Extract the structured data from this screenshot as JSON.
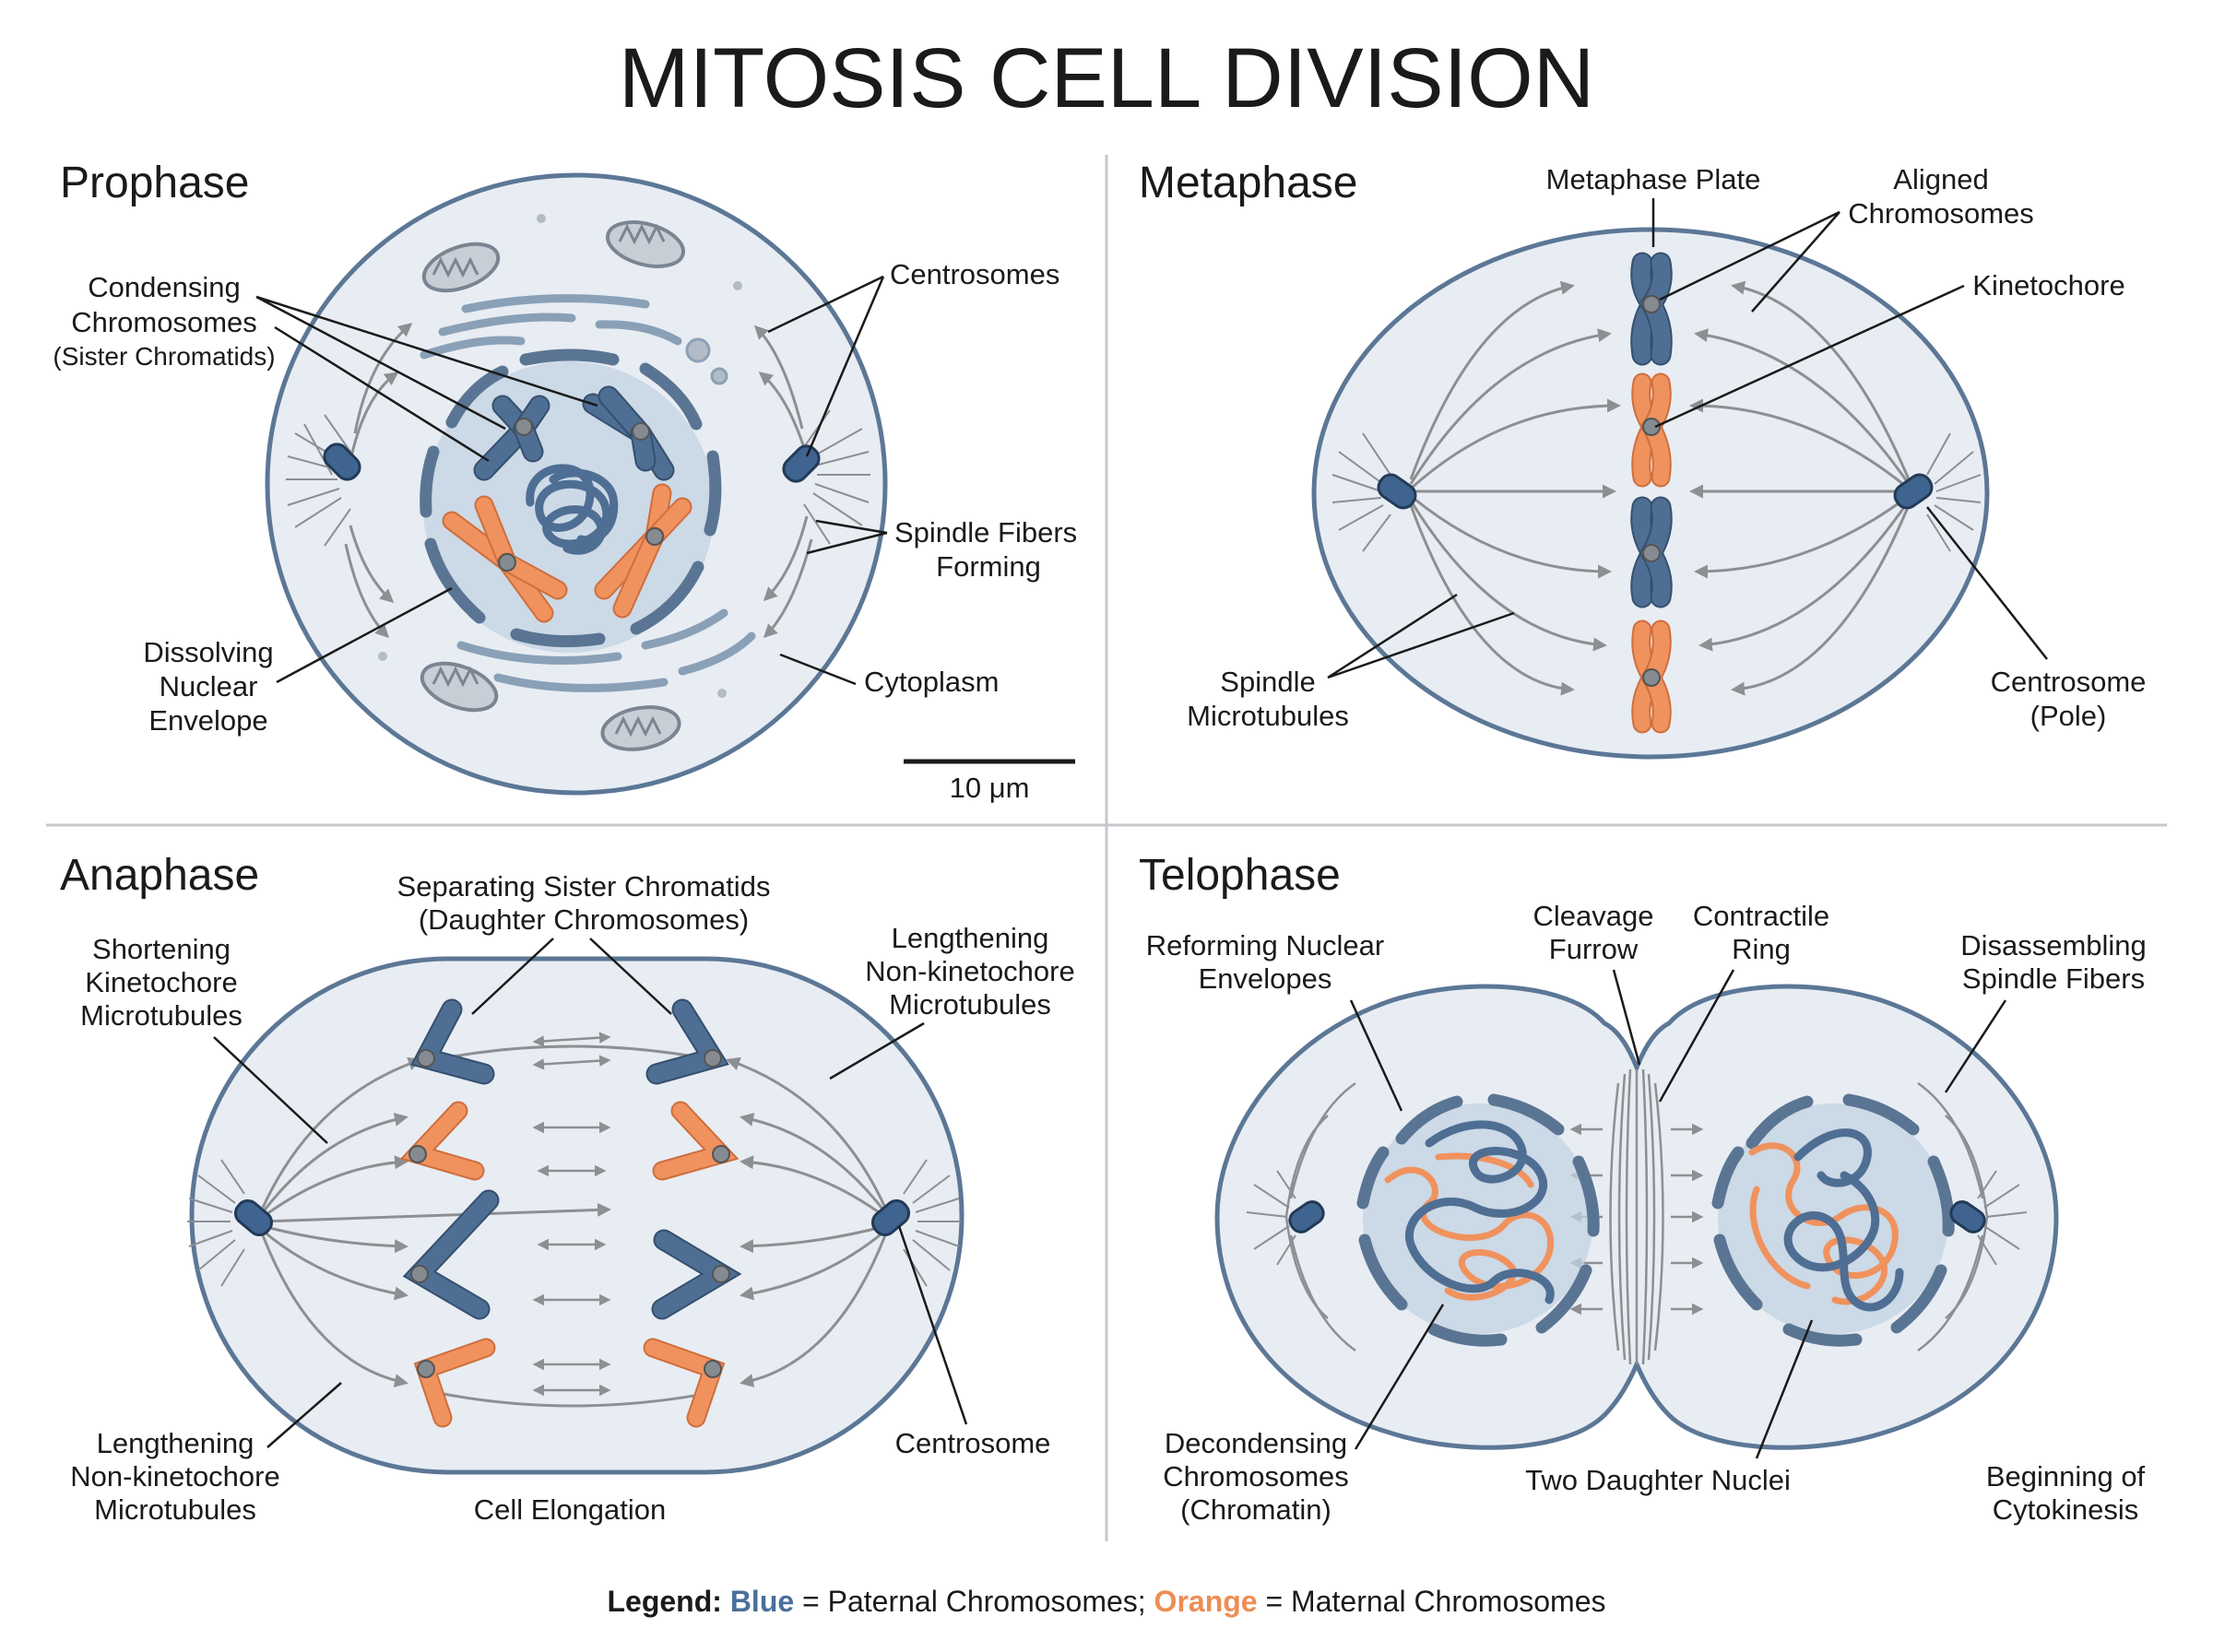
{
  "title": "MITOSIS CELL DIVISION",
  "panels": {
    "prophase": {
      "title": "Prophase",
      "labels": {
        "condensing_l1": "Condensing",
        "condensing_l2": "Chromosomes",
        "condensing_l3": "(Sister Chromatids)",
        "centrosomes": "Centrosomes",
        "spindle_l1": "Spindle Fibers",
        "spindle_l2": "Forming",
        "dissolving_l1": "Dissolving",
        "dissolving_l2": "Nuclear",
        "dissolving_l3": "Envelope",
        "cytoplasm": "Cytoplasm",
        "scale": "10 μm"
      }
    },
    "metaphase": {
      "title": "Metaphase",
      "labels": {
        "plate": "Metaphase Plate",
        "aligned_l1": "Aligned",
        "aligned_l2": "Chromosomes",
        "kinetochore": "Kinetochore",
        "spindle_l1": "Spindle",
        "spindle_l2": "Microtubules",
        "centrosome_l1": "Centrosome",
        "centrosome_l2": "(Pole)"
      }
    },
    "anaphase": {
      "title": "Anaphase",
      "labels": {
        "separating_l1": "Separating Sister Chromatids",
        "separating_l2": "(Daughter Chromosomes)",
        "shortening_l1": "Shortening",
        "shortening_l2": "Kinetochore",
        "shortening_l3": "Microtubules",
        "lengthening_top_l1": "Lengthening",
        "lengthening_top_l2": "Non-kinetochore",
        "lengthening_top_l3": "Microtubules",
        "lengthening_bot_l1": "Lengthening",
        "lengthening_bot_l2": "Non-kinetochore",
        "lengthening_bot_l3": "Microtubules",
        "elongation": "Cell Elongation",
        "centrosome": "Centrosome"
      }
    },
    "telophase": {
      "title": "Telophase",
      "labels": {
        "reforming_l1": "Reforming Nuclear",
        "reforming_l2": "Envelopes",
        "cleavage_l1": "Cleavage",
        "cleavage_l2": "Furrow",
        "ring_l1": "Contractile",
        "ring_l2": "Ring",
        "disassembling_l1": "Disassembling",
        "disassembling_l2": "Spindle Fibers",
        "decondensing_l1": "Decondensing",
        "decondensing_l2": "Chromosomes",
        "decondensing_l3": "(Chromatin)",
        "daughter_nuclei": "Two Daughter Nuclei",
        "cytokinesis_l1": "Beginning of",
        "cytokinesis_l2": "Cytokinesis"
      }
    }
  },
  "legend": {
    "prefix": "Legend:",
    "blue_word": "Blue",
    "blue_text": " = Paternal Chromosomes; ",
    "orange_word": "Orange",
    "orange_text": " = Maternal Chromosomes"
  },
  "colors": {
    "paternal_blue": "#4f6e93",
    "maternal_orange": "#f0925e",
    "cell_fill": "#e8edf3",
    "cell_outline": "#5c7796",
    "legend_blue": "#4a6f9c",
    "legend_orange": "#ee8d55"
  }
}
